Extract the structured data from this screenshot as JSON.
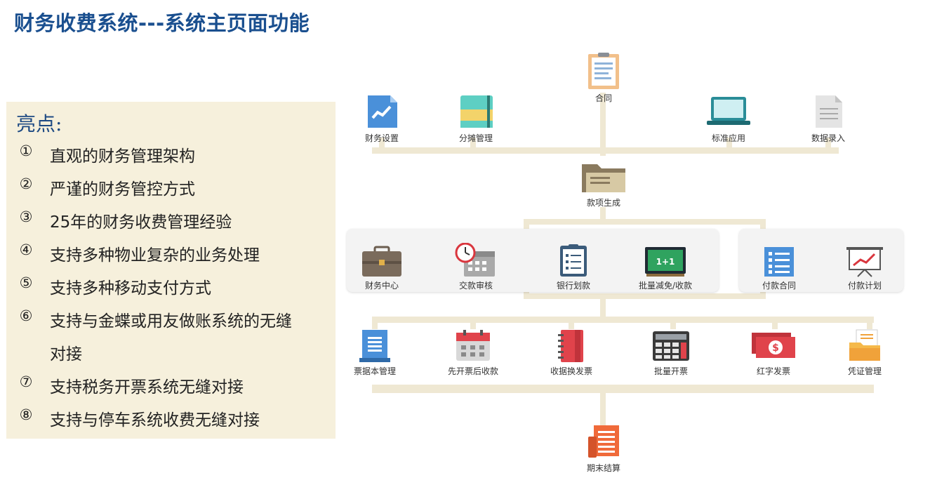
{
  "title": "财务收费系统---系统主页面功能",
  "highlights": {
    "heading": "亮点:",
    "items": [
      {
        "num": "①",
        "text": "直观的财务管理架构"
      },
      {
        "num": "②",
        "text": "严谨的财务管控方式"
      },
      {
        "num": "③",
        "text": "25年的财务收费管理经验"
      },
      {
        "num": "④",
        "text": "支持多种物业复杂的业务处理"
      },
      {
        "num": "⑤",
        "text": "支持多种移动支付方式"
      },
      {
        "num": "⑥",
        "text": "支持与金蝶或用友做账系统的无缝",
        "cont": "对接"
      },
      {
        "num": "⑦",
        "text": "支持税务开票系统无缝对接"
      },
      {
        "num": "⑧",
        "text": "支持与停车系统收费无缝对接"
      }
    ]
  },
  "diagram": {
    "top": {
      "label": "合同",
      "icon": "clipboard-icon"
    },
    "row1": [
      {
        "label": "财务设置",
        "icon": "chart-doc-icon"
      },
      {
        "label": "分摊管理",
        "icon": "notebook-icon"
      },
      {
        "label": "标准应用",
        "icon": "laptop-icon"
      },
      {
        "label": "数据录入",
        "icon": "document-icon"
      }
    ],
    "middle": {
      "label": "款项生成",
      "icon": "folder-icon"
    },
    "row2_left": [
      {
        "label": "财务中心",
        "icon": "briefcase-icon"
      },
      {
        "label": "交款审核",
        "icon": "clock-calendar-icon"
      },
      {
        "label": "银行划款",
        "icon": "clipboard-list-icon"
      },
      {
        "label": "批量减免/收款",
        "icon": "blackboard-icon"
      }
    ],
    "row2_right": [
      {
        "label": "付款合同",
        "icon": "list-icon"
      },
      {
        "label": "付款计划",
        "icon": "presentation-icon"
      }
    ],
    "board_text": "1+1",
    "row3": [
      {
        "label": "票据本管理",
        "icon": "receipt-book-icon"
      },
      {
        "label": "先开票后收款",
        "icon": "calendar-icon"
      },
      {
        "label": "收据换发票",
        "icon": "notepad-icon"
      },
      {
        "label": "批量开票",
        "icon": "calculator-icon"
      },
      {
        "label": "红字发票",
        "icon": "money-icon"
      },
      {
        "label": "凭证管理",
        "icon": "voucher-icon"
      }
    ],
    "bottom": {
      "label": "期末结算",
      "icon": "ledger-icon"
    },
    "colors": {
      "connector": "#efe8d3",
      "title": "#1a4f8f",
      "panel": "#f3f3f3"
    }
  }
}
